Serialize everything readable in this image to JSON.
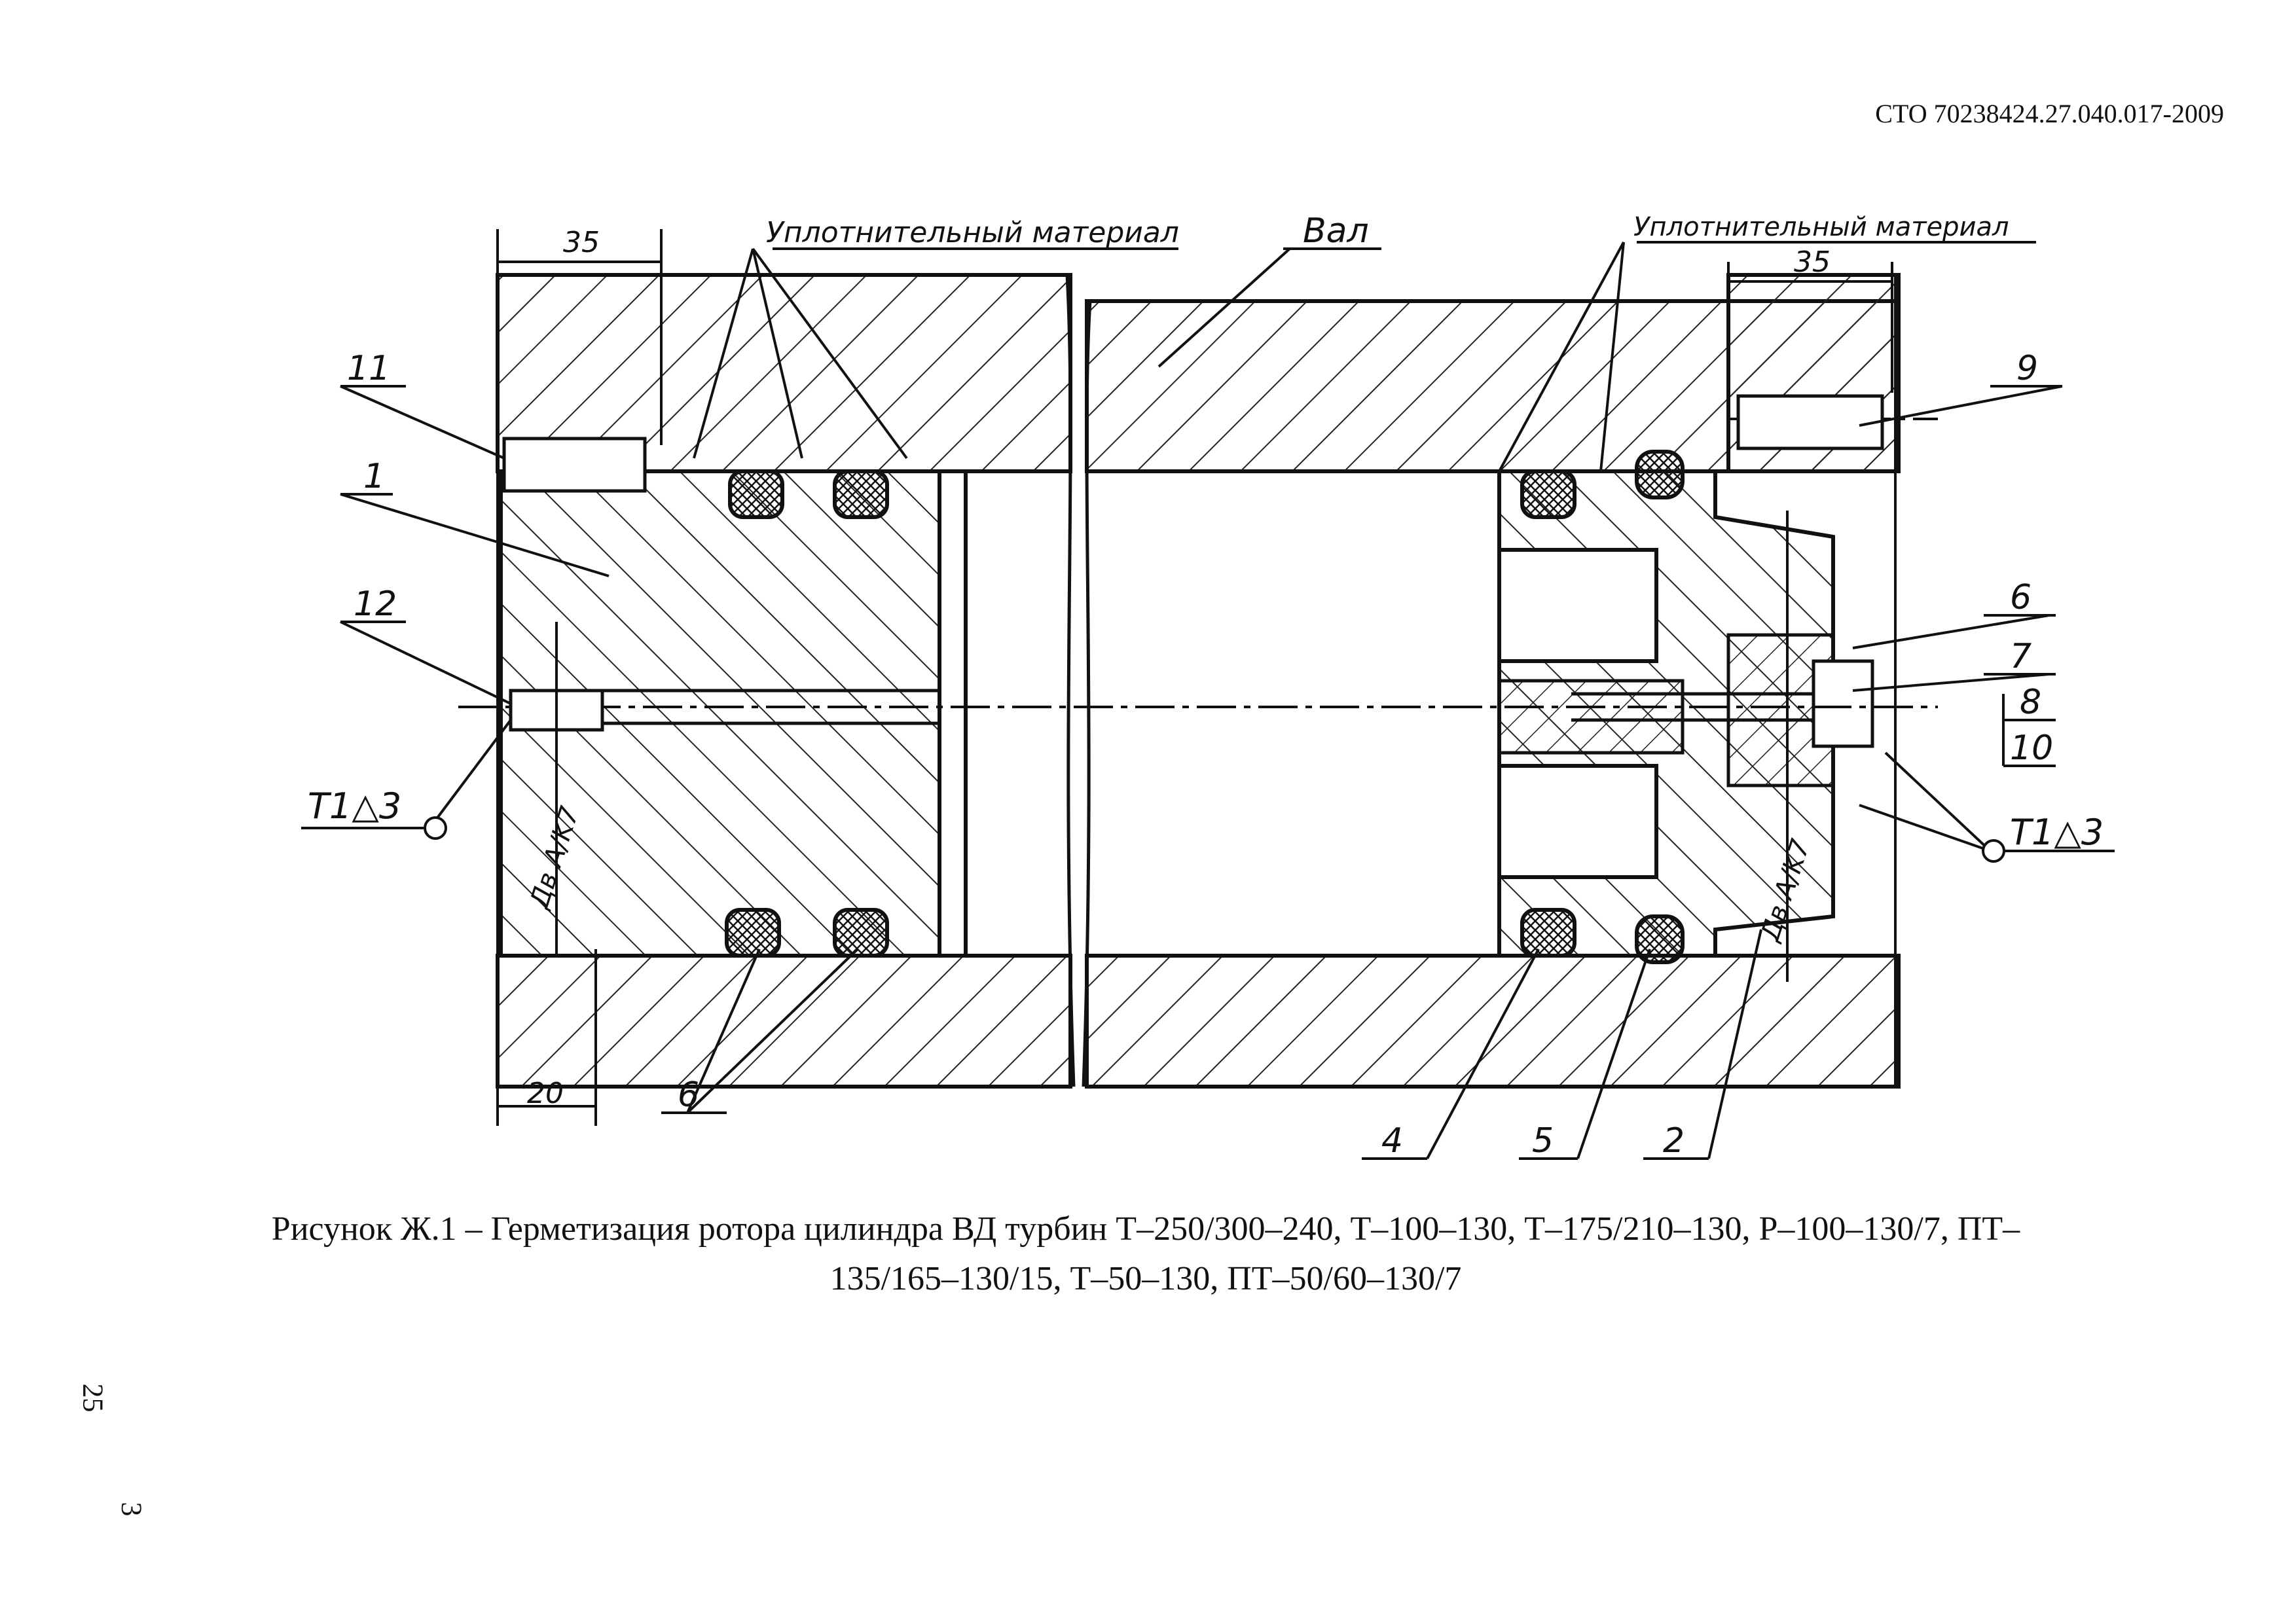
{
  "header": {
    "doc_code": "СТО 70238424.27.040.017-2009"
  },
  "drawing": {
    "labels": {
      "seal_material_left": "Уплотнительный материал",
      "seal_material_right": "Уплотнительный материал",
      "shaft": "Вал",
      "dim_35_left": "35",
      "dim_35_right": "35",
      "dim_20": "20",
      "fit_left": "Дв A/K7",
      "fit_right": "Дв A/K7",
      "weld_left": "T1△3",
      "weld_right": "T1△3"
    },
    "callouts": [
      "11",
      "1",
      "12",
      "9",
      "6",
      "7",
      "8",
      "10",
      "6",
      "4",
      "5",
      "2"
    ]
  },
  "caption": {
    "line1": "Рисунок Ж.1 – Герметизация ротора цилиндра ВД турбин Т–250/300–240, Т–100–130, Т–175/210–130, Р–100–130/7, ПТ–",
    "line2": "135/165–130/15, Т–50–130, ПТ–50/60–130/7"
  },
  "margin": {
    "mark_top": "25",
    "mark_bottom": "3"
  }
}
